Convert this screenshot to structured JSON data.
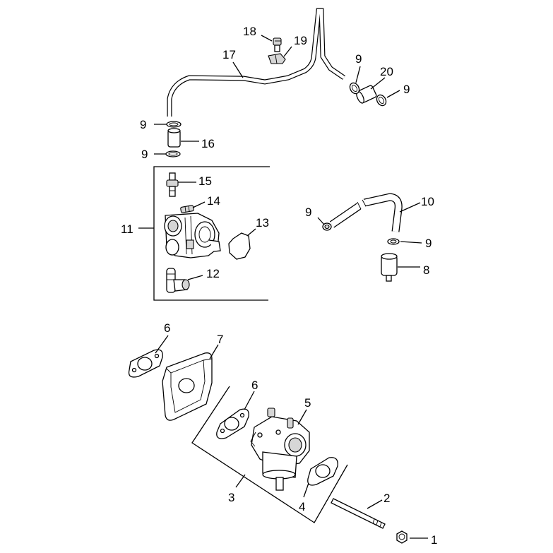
{
  "callouts": {
    "c1": "1",
    "c2": "2",
    "c3": "3",
    "c4": "4",
    "c5": "5",
    "c6a": "6",
    "c6b": "6",
    "c7": "7",
    "c8": "8",
    "c9a": "9",
    "c9b": "9",
    "c9c": "9",
    "c9d": "9",
    "c9e": "9",
    "c9f": "9",
    "c10": "10",
    "c11": "11",
    "c12": "12",
    "c13": "13",
    "c14": "14",
    "c15": "15",
    "c16": "16",
    "c17": "17",
    "c18": "18",
    "c19": "19",
    "c20": "20"
  }
}
